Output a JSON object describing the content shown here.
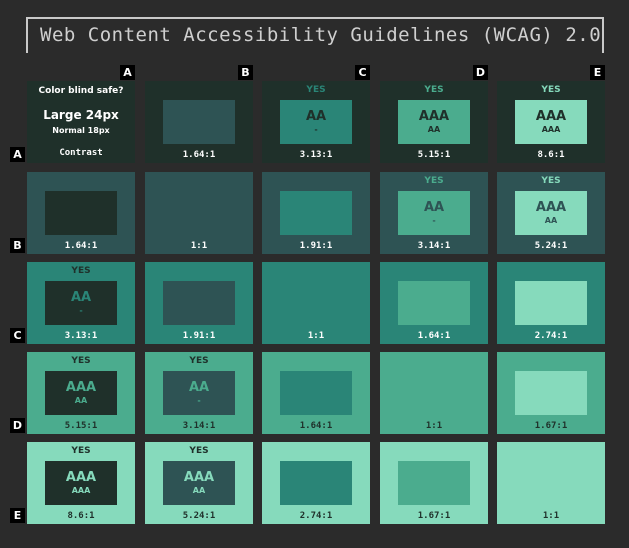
{
  "title": "Web Content Accessibility Guidelines (WCAG) 2.0",
  "colors": [
    "#1f302a",
    "#2e5354",
    "#2a8577",
    "#4bac8e",
    "#86dabc"
  ],
  "column_labels": [
    "A",
    "B",
    "C",
    "D",
    "E"
  ],
  "row_labels": [
    "A",
    "B",
    "C",
    "D",
    "E"
  ],
  "legend": {
    "question": "Color blind safe?",
    "large": "Large 24px",
    "normal": "Normal 18px",
    "contrast": "Contrast"
  },
  "cells": [
    [
      null,
      {
        "yes": "",
        "large": "",
        "normal": "",
        "ratio": "1.64:1"
      },
      {
        "yes": "YES",
        "large": "AA",
        "normal": "-",
        "ratio": "3.13:1"
      },
      {
        "yes": "YES",
        "large": "AAA",
        "normal": "AA",
        "ratio": "5.15:1"
      },
      {
        "yes": "YES",
        "large": "AAA",
        "normal": "AAA",
        "ratio": "8.6:1"
      }
    ],
    [
      {
        "yes": "",
        "large": "",
        "normal": "",
        "ratio": "1.64:1"
      },
      {
        "yes": "",
        "large": "",
        "normal": "",
        "ratio": "1:1"
      },
      {
        "yes": "",
        "large": "",
        "normal": "",
        "ratio": "1.91:1"
      },
      {
        "yes": "YES",
        "large": "AA",
        "normal": "-",
        "ratio": "3.14:1"
      },
      {
        "yes": "YES",
        "large": "AAA",
        "normal": "AA",
        "ratio": "5.24:1"
      }
    ],
    [
      {
        "yes": "YES",
        "large": "AA",
        "normal": "-",
        "ratio": "3.13:1"
      },
      {
        "yes": "",
        "large": "",
        "normal": "",
        "ratio": "1.91:1"
      },
      {
        "yes": "",
        "large": "",
        "normal": "",
        "ratio": "1:1"
      },
      {
        "yes": "",
        "large": "",
        "normal": "",
        "ratio": "1.64:1"
      },
      {
        "yes": "",
        "large": "",
        "normal": "",
        "ratio": "2.74:1"
      }
    ],
    [
      {
        "yes": "YES",
        "large": "AAA",
        "normal": "AA",
        "ratio": "5.15:1"
      },
      {
        "yes": "YES",
        "large": "AA",
        "normal": "-",
        "ratio": "3.14:1"
      },
      {
        "yes": "",
        "large": "",
        "normal": "",
        "ratio": "1.64:1"
      },
      {
        "yes": "",
        "large": "",
        "normal": "",
        "ratio": "1:1"
      },
      {
        "yes": "",
        "large": "",
        "normal": "",
        "ratio": "1.67:1"
      }
    ],
    [
      {
        "yes": "YES",
        "large": "AAA",
        "normal": "AAA",
        "ratio": "8.6:1"
      },
      {
        "yes": "YES",
        "large": "AAA",
        "normal": "AA",
        "ratio": "5.24:1"
      },
      {
        "yes": "",
        "large": "",
        "normal": "",
        "ratio": "2.74:1"
      },
      {
        "yes": "",
        "large": "",
        "normal": "",
        "ratio": "1.67:1"
      },
      {
        "yes": "",
        "large": "",
        "normal": "",
        "ratio": "1:1"
      }
    ]
  ]
}
